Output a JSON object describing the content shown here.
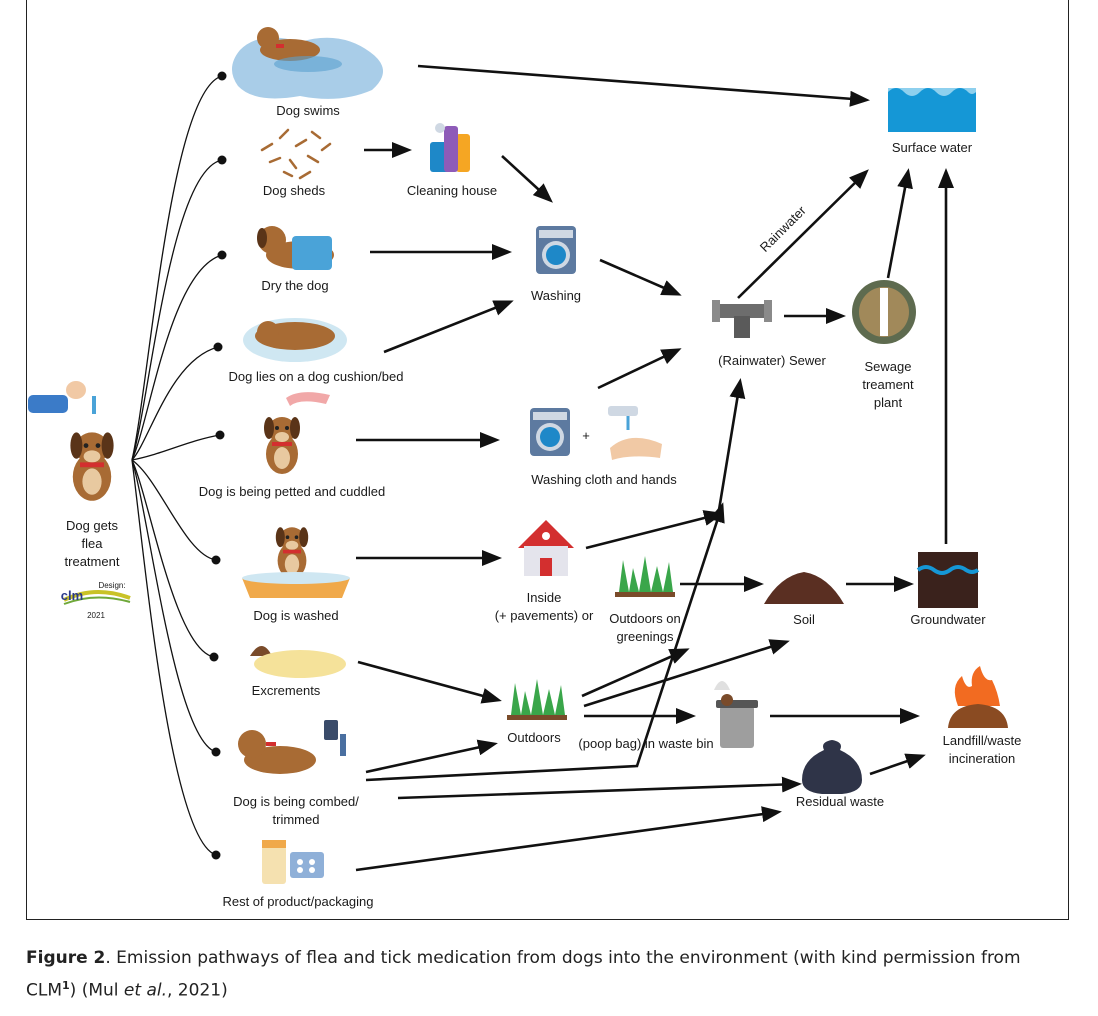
{
  "nodes": {
    "source": [
      "Dog gets",
      "flea",
      "treatment"
    ],
    "design": {
      "label": "Design:",
      "brand": "clm",
      "year": "2021"
    },
    "swims": "Dog swims",
    "sheds": "Dog sheds",
    "cleaning": "Cleaning house",
    "dry": "Dry the dog",
    "cushion": "Dog lies on a dog cushion/bed",
    "petted": "Dog is being petted and cuddled",
    "washed": "Dog is washed",
    "excrements": "Excrements",
    "combed": [
      "Dog is being combed/",
      "trimmed"
    ],
    "rest": "Rest of product/packaging",
    "washing": "Washing",
    "washing_cloth": "Washing cloth and hands",
    "plus": "+",
    "inside": [
      "Inside",
      "(+ pavements) or"
    ],
    "outdoors_greenings": [
      "Outdoors on",
      "greenings"
    ],
    "outdoors": "Outdoors",
    "waste_bin": "(poop bag) in waste bin",
    "residual": "Residual waste",
    "sewer": "(Rainwater) Sewer",
    "rainwater": "Rainwater",
    "sewage": [
      "Sewage",
      "treament",
      "plant"
    ],
    "surface": "Surface water",
    "soil": "Soil",
    "groundwater": "Groundwater",
    "landfill": [
      "Landfill/waste",
      "incineration"
    ]
  },
  "caption": {
    "label": "Figure 2",
    "text_1": ". Emission pathways of flea and tick medication from dogs into the environment (with kind permission from CLM",
    "sup": "1",
    "text_2": ") (Mul ",
    "italic": "et al.",
    "text_3": ", 2021)"
  },
  "colors": {
    "dog_brown": "#a86b34",
    "water_blue": "#1597d6",
    "ground_dark": "#3a221c",
    "grass_green": "#3aa64a",
    "fire_orange": "#f26b21",
    "collar_red": "#d32f2f"
  }
}
